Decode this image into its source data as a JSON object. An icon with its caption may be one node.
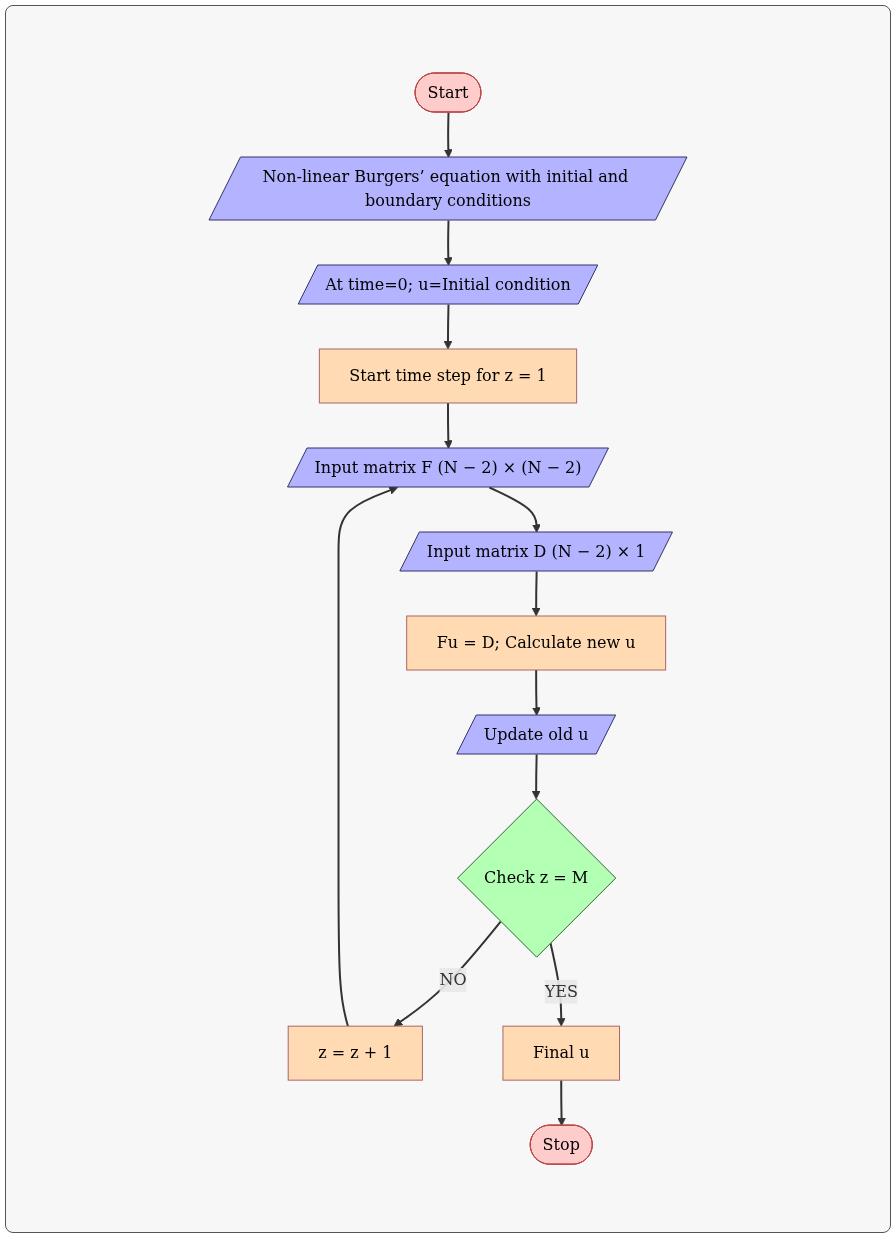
{
  "diagram": {
    "nodes": [
      {
        "text": [
          "Start"
        ]
      },
      {
        "text": [
          "Non-linear Burgers’ equation with initial and boundary conditions"
        ]
      },
      {
        "text": [
          "At time=0; u=Initial condition"
        ]
      },
      {
        "text": [
          "Start time step for z = 1"
        ]
      },
      {
        "text": [
          "Input matrix F (N − 2) × (N − 2)"
        ]
      },
      {
        "text": [
          "Input matrix D (N − 2) × 1"
        ]
      },
      {
        "text": [
          "Fu = D; Calculate new u"
        ]
      },
      {
        "text": [
          "Update old u"
        ]
      },
      {
        "text": [
          "Check z = M"
        ]
      },
      {
        "text": [
          "z = z + 1"
        ]
      },
      {
        "text": [
          "Final u"
        ]
      },
      {
        "text": [
          "Stop"
        ]
      }
    ],
    "edges": [
      {
        "from": 0,
        "to": 1,
        "arrow": "to"
      },
      {
        "from": 1,
        "to": 2,
        "arrow": "to"
      },
      {
        "from": 2,
        "to": 3,
        "arrow": "to"
      },
      {
        "from": 3,
        "to": 4,
        "arrow": "to"
      },
      {
        "from": 4,
        "to": 5,
        "arrow": "to"
      },
      {
        "from": 5,
        "to": 6,
        "arrow": "to"
      },
      {
        "from": 6,
        "to": 7,
        "arrow": "to"
      },
      {
        "from": 7,
        "to": 8,
        "arrow": "to"
      },
      {
        "from": 8,
        "to": 9,
        "label": "NO",
        "arrow": "to"
      },
      {
        "from": 9,
        "to": 4,
        "arrow": "to"
      },
      {
        "from": 8,
        "to": 10,
        "label": "YES",
        "arrow": "to"
      },
      {
        "from": 10,
        "to": 11,
        "arrow": "to"
      }
    ]
  }
}
